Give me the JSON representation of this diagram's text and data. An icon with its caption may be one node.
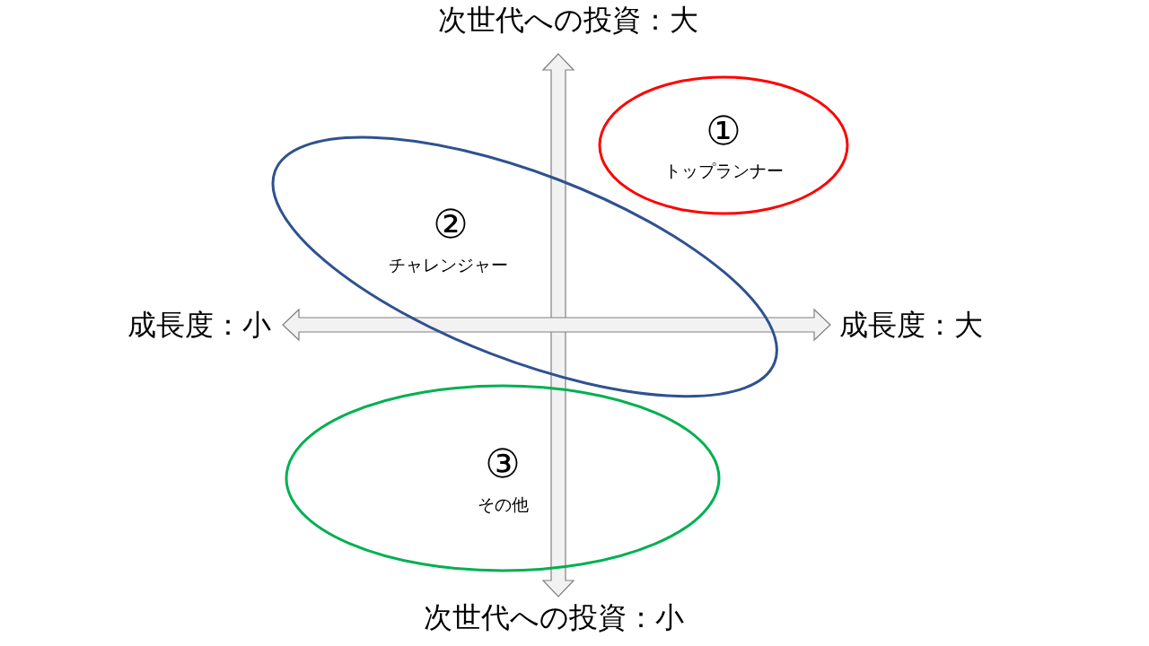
{
  "diagram": {
    "nodes": [
      {
        "text": [
          "①",
          "トップランナー"
        ]
      },
      {
        "text": [
          "②",
          "チャレンジャー"
        ]
      },
      {
        "text": [
          "③",
          "その他"
        ]
      }
    ],
    "labels": [
      "次世代への投資：大",
      "成長度：小",
      "成長度：大",
      "次世代への投資：小"
    ]
  }
}
